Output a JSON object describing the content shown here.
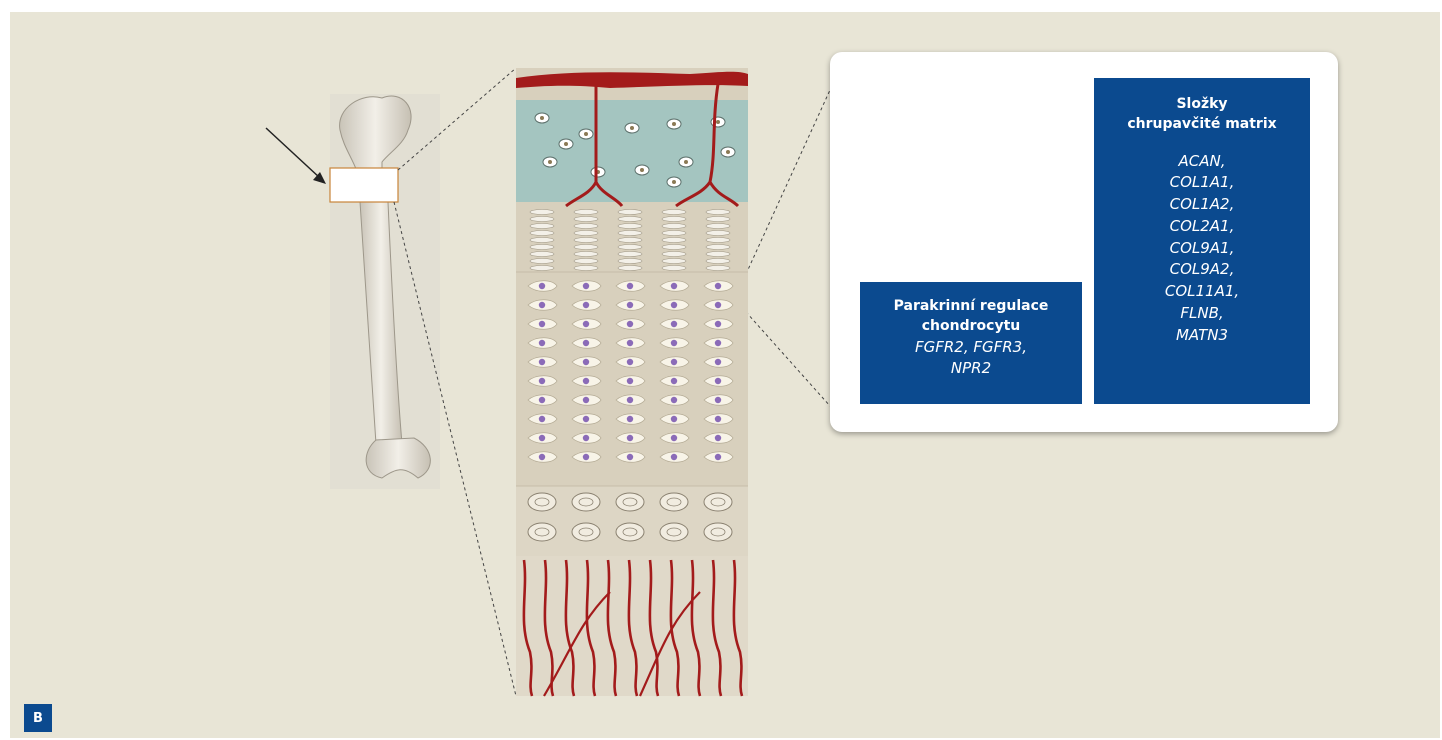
{
  "figure": {
    "panel_label": "B"
  },
  "callout": {
    "matrix_box": {
      "title_line1": "Složky",
      "title_line2": "chrupavčité matrix",
      "genes": [
        "ACAN,",
        "COL1A1,",
        "COL1A2,",
        "COL2A1,",
        "COL9A1,",
        "COL9A2,",
        "COL11A1,",
        "FLNB,",
        "MATN3"
      ]
    },
    "paracrine_box": {
      "title_line1": "Parakrinní regulace",
      "title_line2": "chondrocytu",
      "genes_line1": "FGFR2, FGFR3,",
      "genes_line2": "NPR2"
    }
  },
  "colors": {
    "background": "#e8e5d6",
    "box_blue": "#0b4a8f",
    "vessel_red": "#a31b1b",
    "cartilage_teal": "#a4c5c0",
    "bone_beige": "#d8d0bd",
    "nucleus_purple": "#8b6bb8"
  },
  "icons": {
    "arrow": "pointer-arrow-icon"
  }
}
